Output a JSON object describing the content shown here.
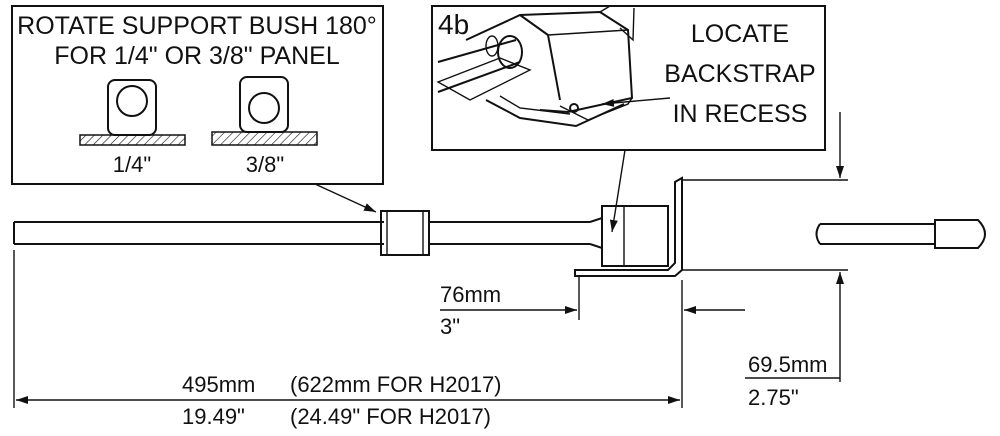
{
  "callout_bush": {
    "line1": "ROTATE SUPPORT BUSH 180°",
    "line2": "FOR 1/4\" OR 3/8\" PANEL",
    "label_quarter": "1/4\"",
    "label_three_eighths": "3/8\""
  },
  "callout_4b": {
    "tag": "4b",
    "line1": "LOCATE",
    "line2": "BACKSTRAP",
    "line3": "IN RECESS"
  },
  "dimensions": {
    "d76_mm": "76mm",
    "d76_in": "3\"",
    "d495_mm": "495mm",
    "d495_mm_alt": "(622mm FOR H2017)",
    "d495_in": "19.49\"",
    "d495_in_alt": "(24.49\" FOR H2017)",
    "d69_mm": "69.5mm",
    "d69_in": "2.75\""
  },
  "colors": {
    "line": "#111111",
    "background": "#ffffff"
  }
}
